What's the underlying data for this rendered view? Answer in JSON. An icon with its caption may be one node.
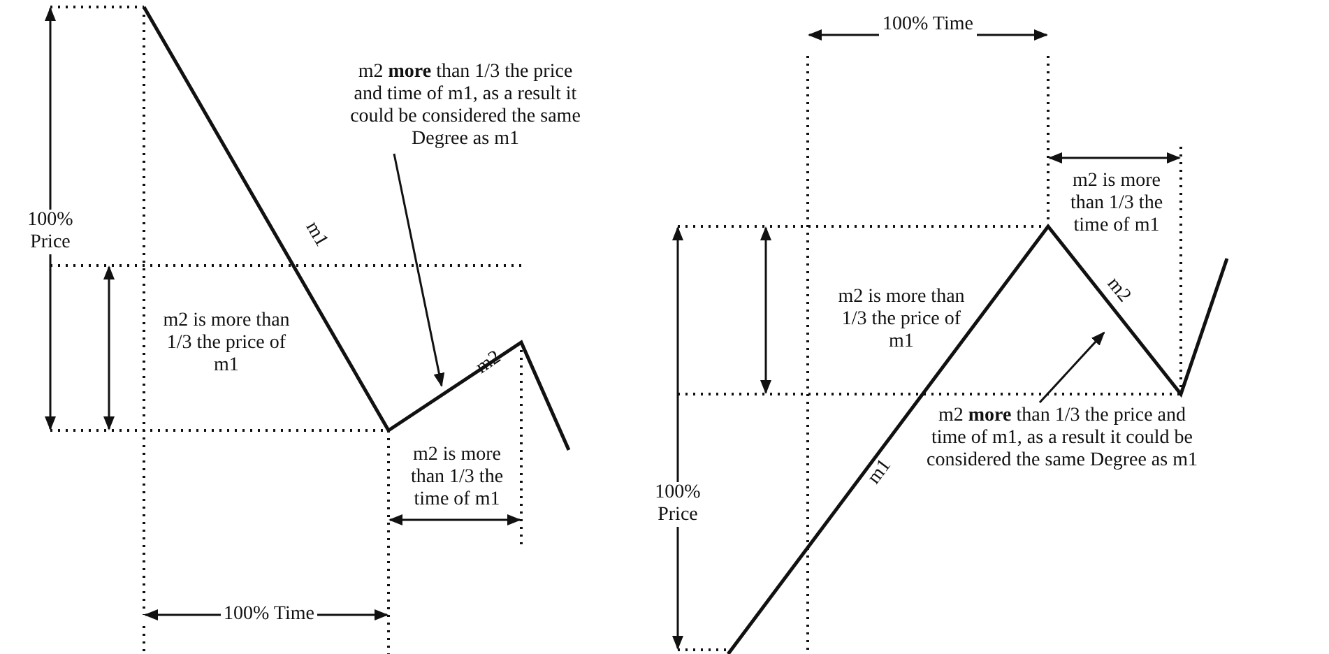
{
  "diagram": {
    "nodes": [
      {
        "text": [
          "m2 **more** than 1/3 the price and time of m1, as a result it could be considered the same Degree as m1"
        ]
      },
      {
        "text": [
          "m2 **more** than 1/3 the price and time of m1, as a result it could be considered the same Degree as m1"
        ]
      }
    ],
    "edges": [
      {
        "from": 0,
        "to": null,
        "arrow": "to"
      },
      {
        "from": 1,
        "to": null,
        "arrow": "to"
      }
    ],
    "labels": [
      "100% Price",
      "m1",
      "m2",
      "m2 is more than 1/3 the price of m1",
      "m2 is more than 1/3 the time of m1",
      "100% Time",
      "100% Time",
      "m2 is more than 1/3 the time of m1",
      "m2 is more than 1/3 the price of m1",
      "m2",
      "m1",
      "100% Price"
    ]
  }
}
